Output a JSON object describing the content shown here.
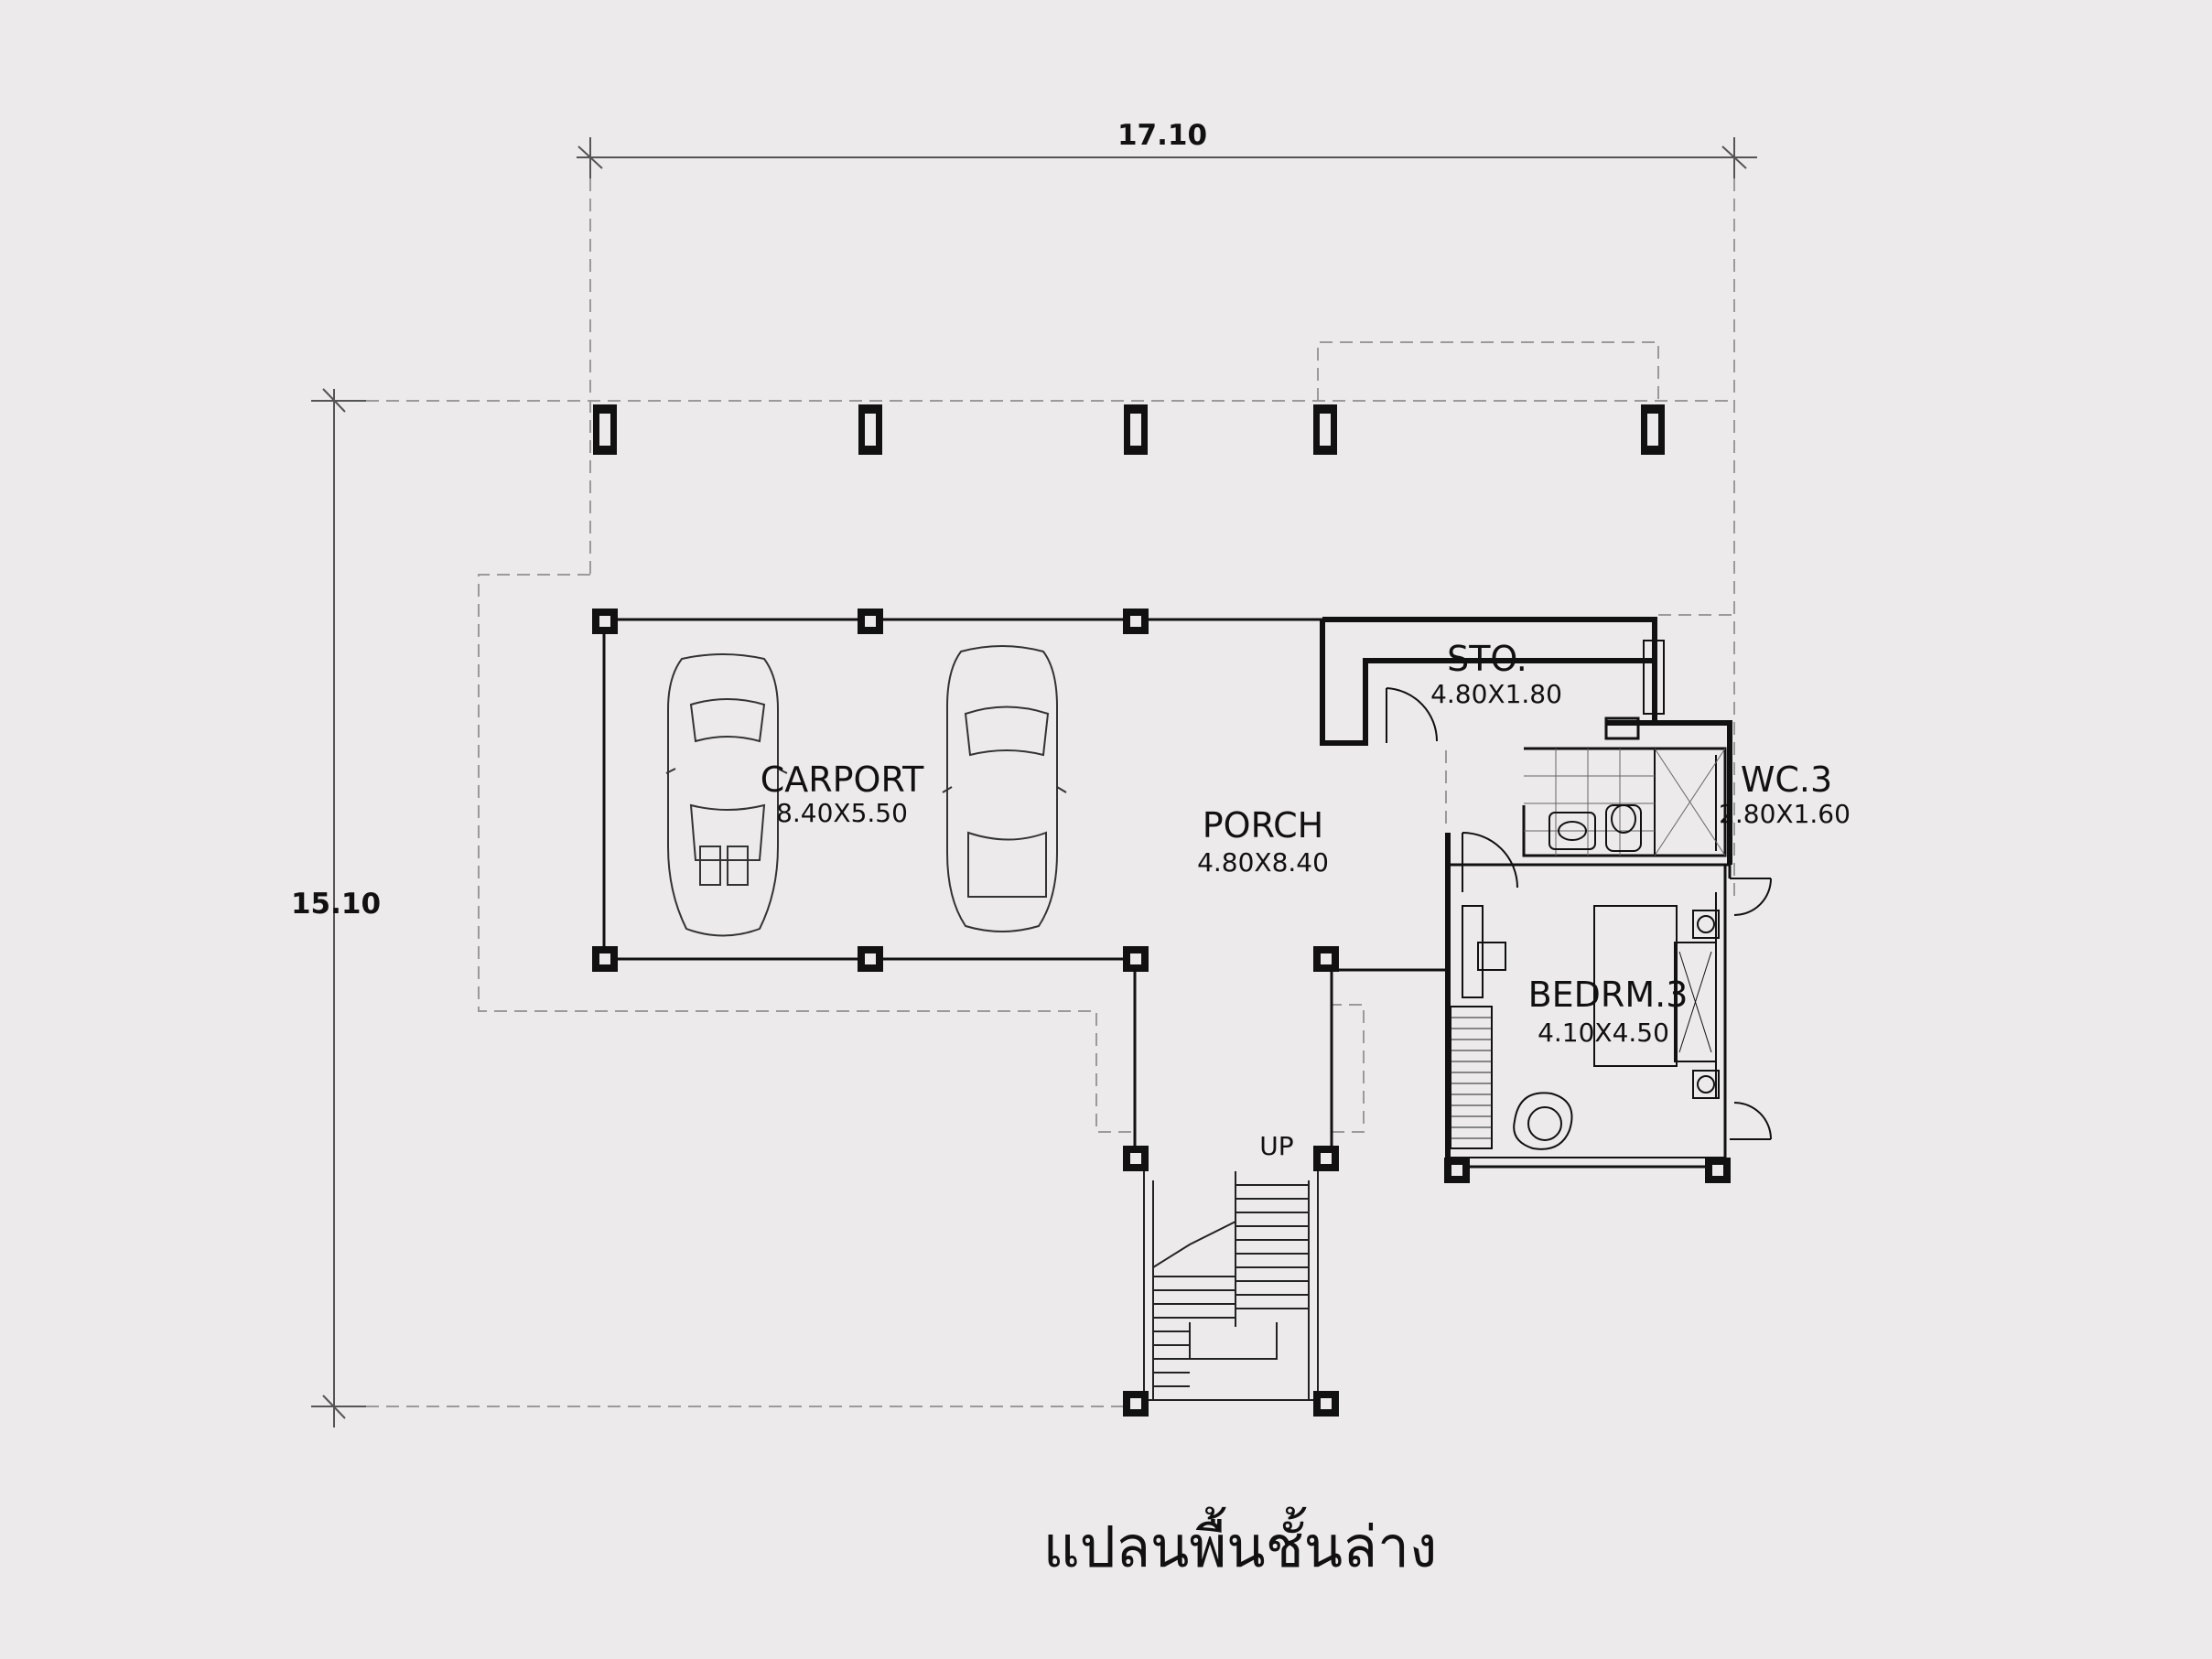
{
  "dimensions": {
    "width": "17.10",
    "depth": "15.10"
  },
  "rooms": {
    "carport": {
      "name": "CARPORT",
      "size": "8.40X5.50"
    },
    "porch": {
      "name": "PORCH",
      "size": "4.80X8.40"
    },
    "storage": {
      "name": "STO.",
      "size": "4.80X1.80"
    },
    "wc": {
      "name": "WC.3",
      "size": "2.80X1.60"
    },
    "bedroom": {
      "name": "BEDRM.3",
      "size": "4.10X4.50"
    }
  },
  "stair_label": "UP",
  "caption": "แปลนพื้นชั้นล่าง",
  "colors": {
    "background": "#eceaea",
    "line": "#111111",
    "dashed": "#9a9a9a"
  }
}
